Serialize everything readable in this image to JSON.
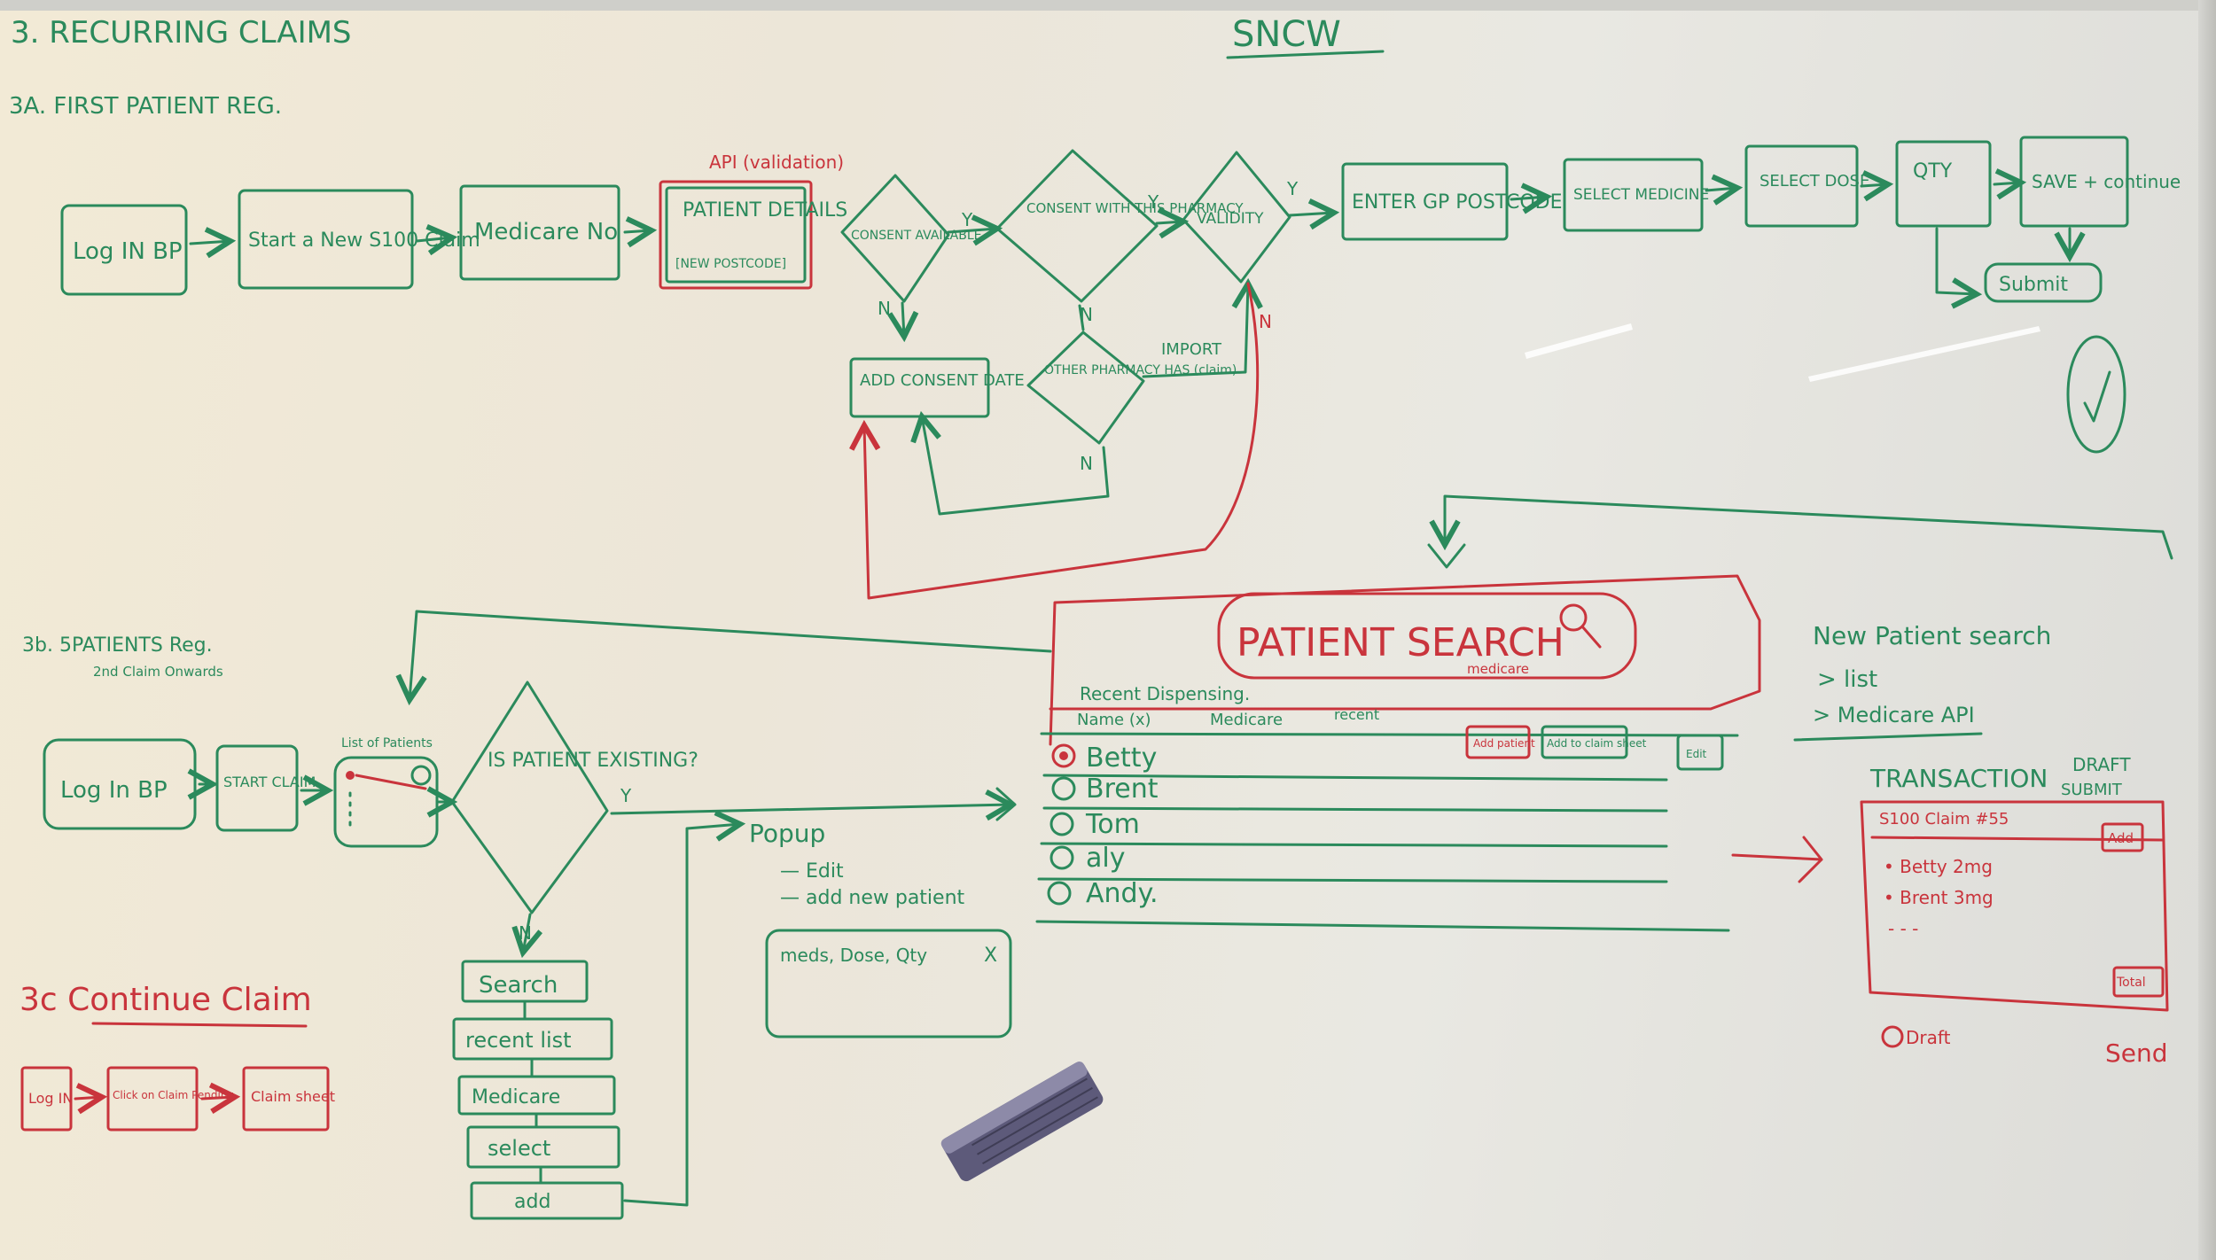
{
  "board": {
    "title": "SNCW",
    "section3": "3. RECURRING CLAIMS",
    "section3a": "3A. FIRST PATIENT REG.",
    "section3b": "3b. 5PATIENTS Reg.",
    "section3b_sub": "2nd Claim Onwards",
    "section3c": "3c Continue Claim"
  },
  "flow3a": {
    "login": "Log IN BP",
    "start_claim": "Start a New S100 Claim",
    "medicare_no": "Medicare No",
    "api_validation": "API (validation)",
    "patient_details": "PATIENT DETAILS",
    "new_postcode": "[NEW POSTCODE]",
    "consent_available": "CONSENT AVAILABLE",
    "consent_pharmacy": "CONSENT WITH THIS PHARMACY",
    "validity": "VALIDITY",
    "enter_gp": "ENTER GP POSTCODE",
    "select_medicine": "SELECT MEDICINE",
    "select_dose": "SELECT DOSE",
    "qty": "QTY",
    "save_continue": "SAVE + continue",
    "submit": "Submit",
    "add_consent_date": "ADD CONSENT DATE",
    "other_pharmacy": "OTHER PHARMACY HAS (claim)",
    "import": "IMPORT",
    "yes": "Y",
    "no": "N"
  },
  "flow3b": {
    "login": "Log In BP",
    "start_claim": "START CLAIM",
    "list_of_patients": "List of Patients",
    "is_patient_existing": "IS PATIENT EXISTING?",
    "search": "Search",
    "recent_list": "recent list",
    "medicare": "Medicare",
    "select": "select",
    "add": "add",
    "popup": "Popup",
    "popup_edit": "— Edit",
    "popup_add": "— add new patient",
    "meds_box": "meds, Dose, Qty",
    "close_x": "X"
  },
  "patient_search": {
    "title": "PATIENT SEARCH",
    "subtitle": "medicare",
    "recent_label": "Recent Dispensing.",
    "col_name": "Name (x)",
    "col_medicare": "Medicare",
    "col_recent": "recent",
    "patients": [
      "Betty",
      "Brent",
      "Tom",
      "aly",
      "Andy."
    ],
    "btn_add_patient": "Add patient",
    "btn_add_claim": "Add to claim sheet",
    "btn_edit": "Edit"
  },
  "new_search_notes": {
    "title": "New Patient search",
    "line1": "> list",
    "line2": "> Medicare API"
  },
  "transaction": {
    "title": "TRANSACTION",
    "draft": "DRAFT",
    "submit": "SUBMIT",
    "claim": "S100 Claim #55",
    "add": "Add",
    "row1": "• Betty  2mg",
    "row2": "• Brent  3mg",
    "row3": "- - -",
    "total": "Total",
    "draft_label": "Draft",
    "send": "Send"
  },
  "flow3c": {
    "login": "Log IN",
    "click": "Click on Claim Pending",
    "claim_sheet": "Claim sheet"
  }
}
